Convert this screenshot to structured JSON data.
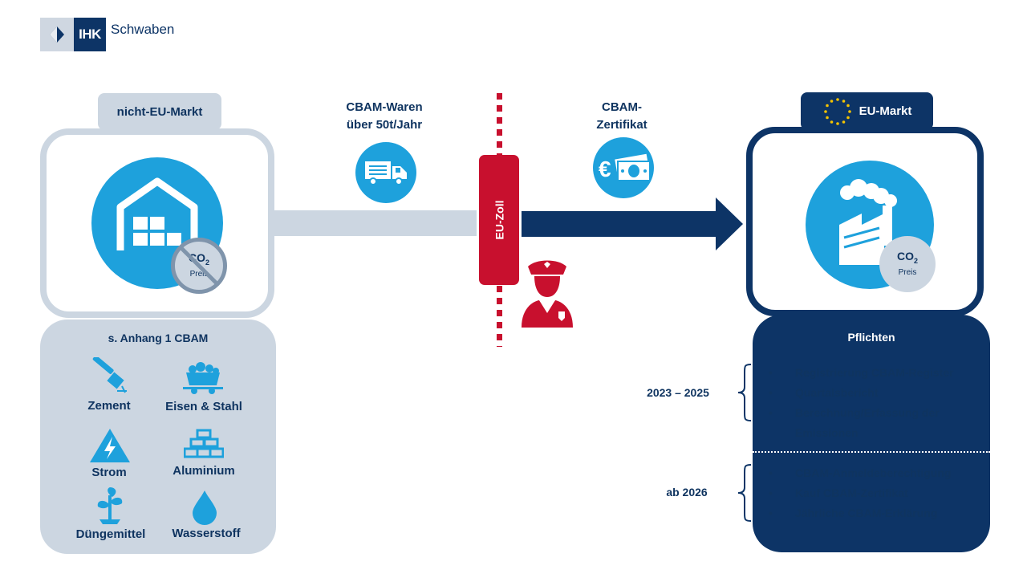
{
  "logo": {
    "abbr": "IHK",
    "name": "Schwaben"
  },
  "non_eu": {
    "tag": "nicht-EU-Markt",
    "co2": {
      "main": "CO",
      "sub_digit": "2",
      "label": "Preis"
    },
    "panel_title": "s. Anhang 1 CBAM",
    "categories": [
      {
        "label": "Zement",
        "icon": "hammer-icon"
      },
      {
        "label": "Eisen & Stahl",
        "icon": "mine-cart-icon"
      },
      {
        "label": "Strom",
        "icon": "high-voltage-icon"
      },
      {
        "label": "Aluminium",
        "icon": "bars-stack-icon"
      },
      {
        "label": "Düngemittel",
        "icon": "plant-icon"
      },
      {
        "label": "Wasserstoff",
        "icon": "water-drop-icon"
      }
    ]
  },
  "flow": {
    "goods_line1": "CBAM-Waren",
    "goods_line2": "über 50t/Jahr",
    "cert_line1": "CBAM-",
    "cert_line2": "Zertifikat",
    "customs": "EU-Zoll"
  },
  "eu": {
    "tag": "EU-Markt",
    "co2": {
      "main": "CO",
      "sub_digit": "2",
      "label": "Preis"
    },
    "panel_title": "Pflichten",
    "period1": {
      "label": "2023 – 2025",
      "items": [
        "Registrierung CBAM-Register",
        "Quartalsbericht",
        "Berechnung/Erfassung der",
        "Emissionen"
      ]
    },
    "period2": {
      "label": "ab 2026",
      "items": [
        "CBAM-Anmeldeberechtigung",
        "Kauf CBAM-Zertifikat",
        "Jährliche CBAM-Erklärung"
      ]
    },
    "bullet": "•"
  },
  "colors": {
    "navy": "#0d3466",
    "blue": "#1ea1dc",
    "grey": "#ccd6e1",
    "red": "#c8102e"
  }
}
